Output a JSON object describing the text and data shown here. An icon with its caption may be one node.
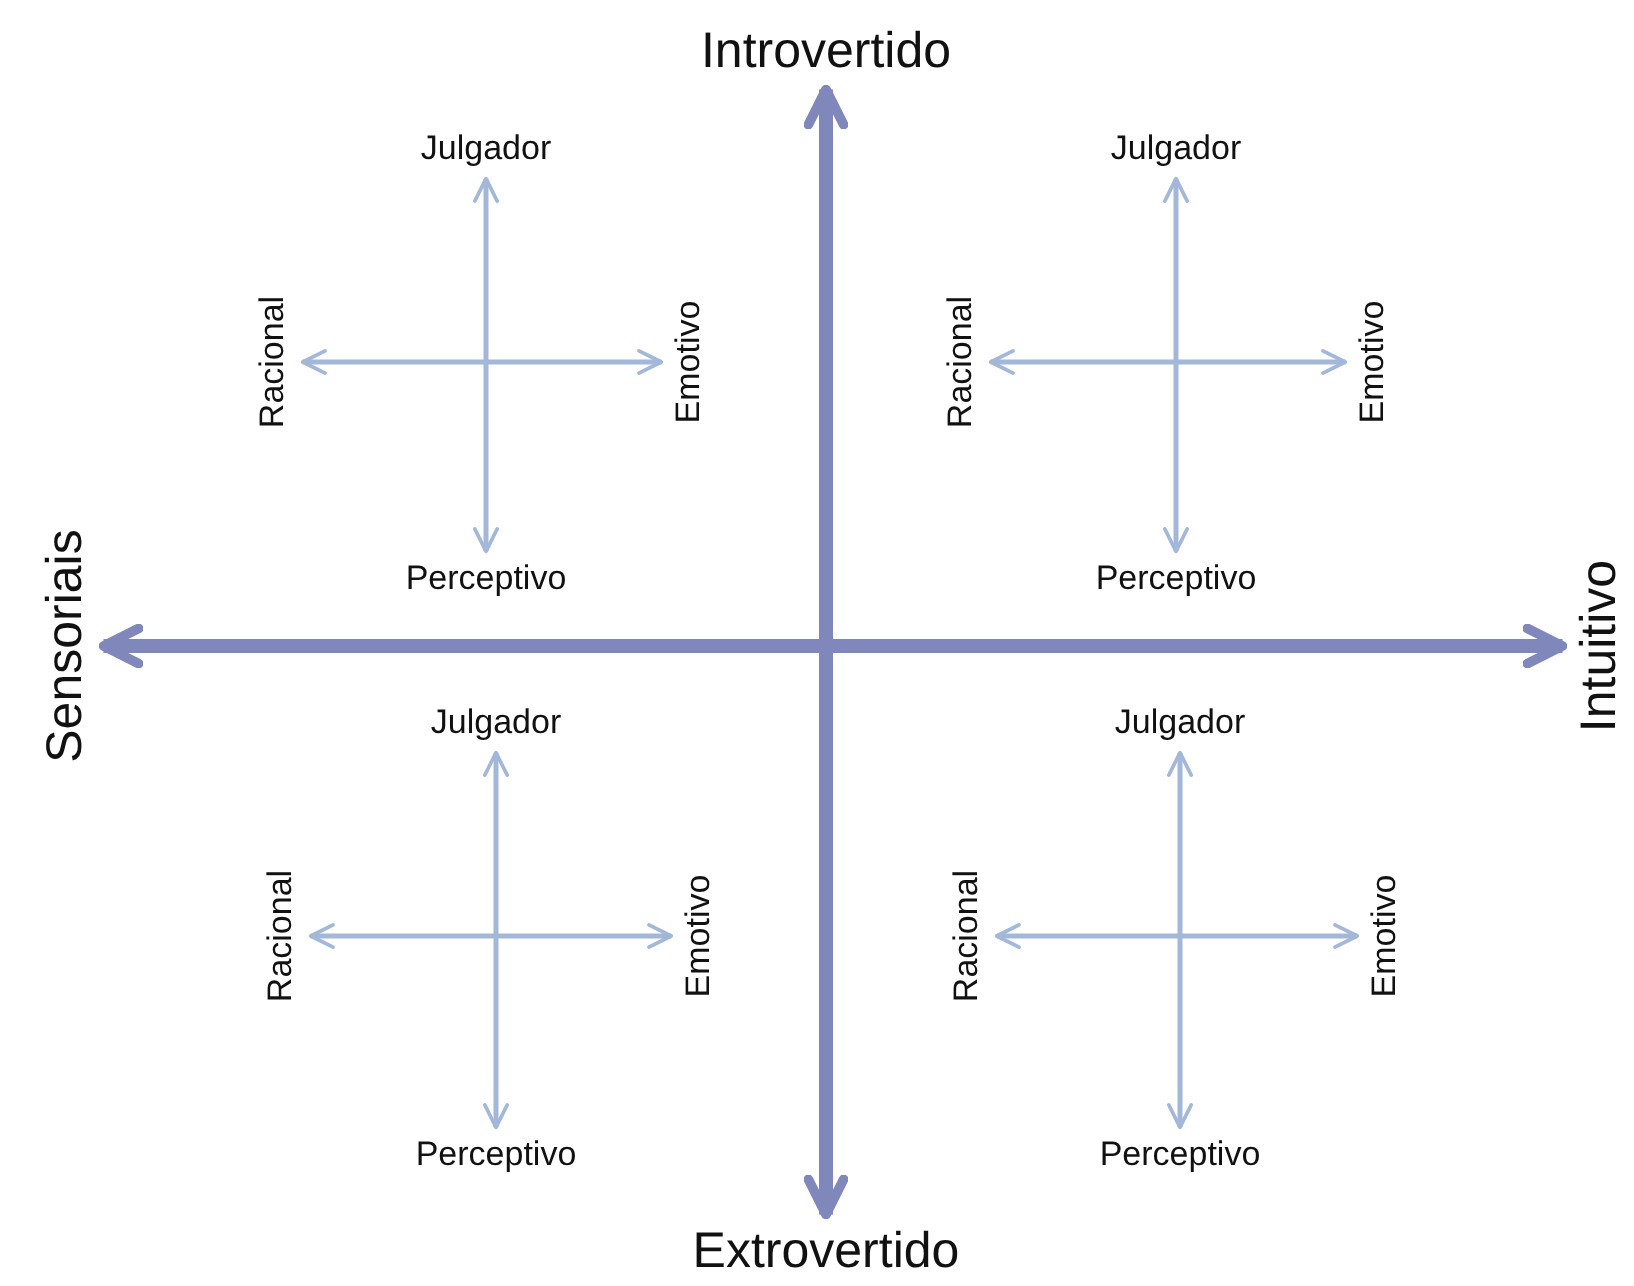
{
  "diagram": {
    "nodes": [
      {
        "text": [
          "Introvertido"
        ]
      },
      {
        "text": [
          "Extrovertido"
        ]
      },
      {
        "text": [
          "Sensoriais"
        ]
      },
      {
        "text": [
          "Intuitivo"
        ]
      },
      {
        "text": [
          "Julgador"
        ]
      },
      {
        "text": [
          "Perceptivo"
        ]
      },
      {
        "text": [
          "Racional"
        ]
      },
      {
        "text": [
          "Emotivo"
        ]
      },
      {
        "text": [
          "Julgador"
        ]
      },
      {
        "text": [
          "Perceptivo"
        ]
      },
      {
        "text": [
          "Racional"
        ]
      },
      {
        "text": [
          "Emotivo"
        ]
      },
      {
        "text": [
          "Julgador"
        ]
      },
      {
        "text": [
          "Perceptivo"
        ]
      },
      {
        "text": [
          "Racional"
        ]
      },
      {
        "text": [
          "Emotivo"
        ]
      },
      {
        "text": [
          "Julgador"
        ]
      },
      {
        "text": [
          "Perceptivo"
        ]
      },
      {
        "text": [
          "Racional"
        ]
      },
      {
        "text": [
          "Emotivo"
        ]
      }
    ],
    "edges": [
      {
        "from": 0,
        "to": 1,
        "arrow": "both",
        "style": "thick",
        "color": "#8088bb"
      },
      {
        "from": 2,
        "to": 3,
        "arrow": "both",
        "style": "thick",
        "color": "#8088bb"
      },
      {
        "from": 4,
        "to": 5,
        "arrow": "both"
      },
      {
        "from": 6,
        "to": 7,
        "arrow": "both"
      },
      {
        "from": 8,
        "to": 9,
        "arrow": "both"
      },
      {
        "from": 10,
        "to": 11,
        "arrow": "both"
      },
      {
        "from": 12,
        "to": 13,
        "arrow": "both"
      },
      {
        "from": 14,
        "to": 15,
        "arrow": "both"
      },
      {
        "from": 16,
        "to": 17,
        "arrow": "both"
      },
      {
        "from": 18,
        "to": 19,
        "arrow": "both"
      }
    ]
  }
}
